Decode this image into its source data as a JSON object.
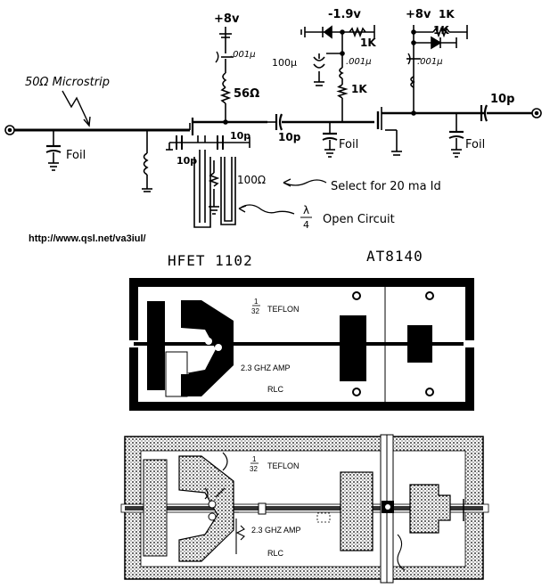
{
  "schematic": {
    "supply_left": "+8v",
    "supply_gate_bias": "-1.9v",
    "supply_right": "+8v",
    "bypass_cap_left": ".001µ",
    "bypass_cap_mid": ".001µ",
    "bypass_cap_right": ".001µ",
    "electrolytic": "100µ",
    "drain_resistor": "56Ω",
    "gate_res_1": "1K",
    "gate_res_2": "1K",
    "right_res": "1K",
    "microstrip_label": "50Ω Microstrip",
    "foil_1": "Foil",
    "foil_2": "Foil",
    "foil_3": "Foil",
    "cap_10p_a": "10p",
    "cap_10p_b": "10p",
    "cap_10p_c": "10p",
    "cap_10p_d": "10p",
    "source_res": "100Ω",
    "select_note": "Select for 20 ma  Id",
    "stub_note": "Open Circuit",
    "lambda_num": "λ",
    "lambda_den": "4"
  },
  "url": "http://www.qsl.net/va3iul/",
  "boards": {
    "label_left": "HFET 1102",
    "label_right": "AT8140",
    "frac_num": "1",
    "frac_den": "32",
    "teflon": "TEFLON",
    "amp": "2.3 GHZ  AMP",
    "rlc": "RLC"
  }
}
